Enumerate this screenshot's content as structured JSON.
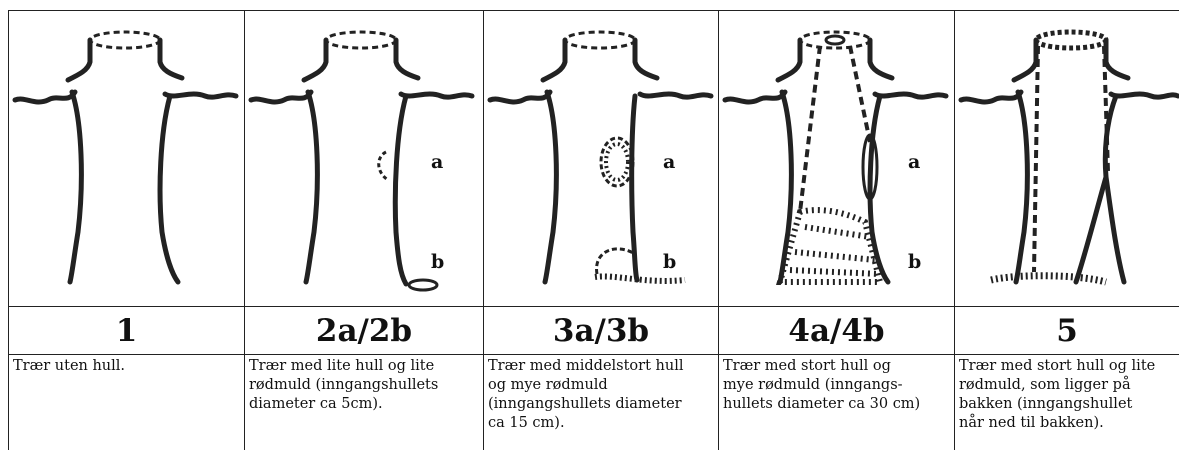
{
  "panels": [
    {
      "code": "1",
      "description": "Trær uten hull.",
      "letters": []
    },
    {
      "code": "2a/2b",
      "description": "Trær med lite hull og lite\nrødmuld (inngangshullets\ndiameter ca 5cm).",
      "letters": [
        "a",
        "b"
      ]
    },
    {
      "code": "3a/3b",
      "description": "Trær med middelstort hull\nog mye rødmuld\n(inngangshullets diameter\nca 15 cm).",
      "letters": [
        "a",
        "b"
      ]
    },
    {
      "code": "4a/4b",
      "description": "Trær med stort hull og\nmye rødmuld (inngangs-\nhullets diameter ca 30 cm)",
      "letters": [
        "a",
        "b"
      ]
    },
    {
      "code": "5",
      "description": "Trær med stort hull og lite\nrødmuld, som ligger på\nbakken (inngangshullet\nnår ned til bakken).",
      "letters": []
    }
  ]
}
